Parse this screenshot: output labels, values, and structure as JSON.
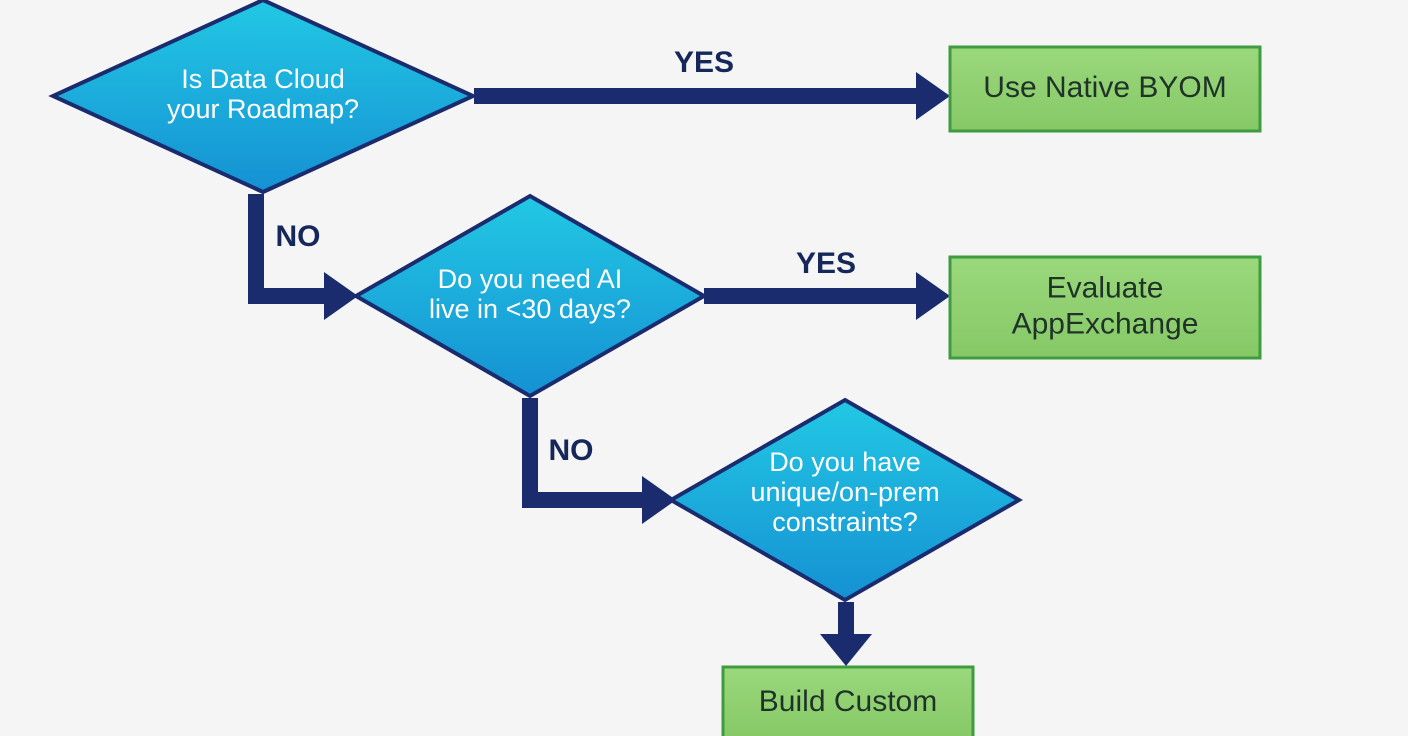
{
  "colors": {
    "background": "#f4f5f4",
    "decision_fill_top": "#22c8e4",
    "decision_fill_bottom": "#1591d3",
    "decision_stroke": "#1b2c6e",
    "connector": "#1b2c6e",
    "result_fill": "#8fd070",
    "result_stroke": "#3f9b3f",
    "result_text": "#1f3328",
    "edge_label": "#16275a"
  },
  "decisions": [
    {
      "id": "q1",
      "lines": [
        "Is Data Cloud",
        "your Roadmap?"
      ]
    },
    {
      "id": "q2",
      "lines": [
        "Do you need AI",
        "live in <30 days?"
      ]
    },
    {
      "id": "q3",
      "lines": [
        "Do you have",
        "unique/on-prem",
        "constraints?"
      ]
    }
  ],
  "outcomes": [
    {
      "id": "o1",
      "lines": [
        "Use Native BYOM"
      ]
    },
    {
      "id": "o2",
      "lines": [
        "Evaluate",
        "AppExchange"
      ]
    },
    {
      "id": "o3",
      "lines": [
        "Build Custom"
      ]
    }
  ],
  "edges": [
    {
      "id": "e1",
      "from": "q1",
      "to": "o1",
      "label": "YES"
    },
    {
      "id": "e2",
      "from": "q1",
      "to": "q2",
      "label": "NO"
    },
    {
      "id": "e3",
      "from": "q2",
      "to": "o2",
      "label": "YES"
    },
    {
      "id": "e4",
      "from": "q2",
      "to": "q3",
      "label": "NO"
    },
    {
      "id": "e5",
      "from": "q3",
      "to": "o3",
      "label": ""
    }
  ]
}
